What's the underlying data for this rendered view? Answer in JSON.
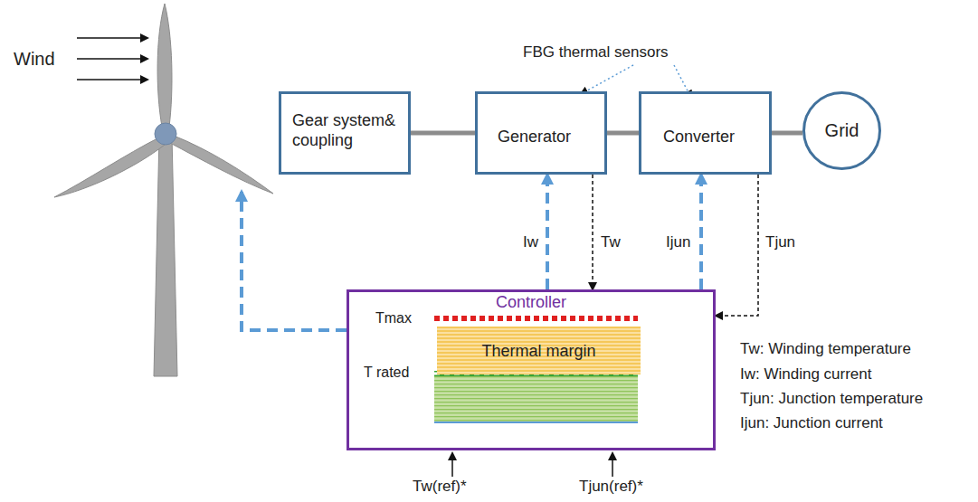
{
  "diagram": {
    "nodes": [
      {
        "text": [
          "Gear system& coupling"
        ]
      },
      {
        "text": [
          "Generator"
        ]
      },
      {
        "text": [
          "Converter"
        ]
      },
      {
        "text": [
          "Grid"
        ]
      },
      {
        "text": [
          "Controller"
        ]
      },
      {
        "text": [
          "Thermal margin"
        ],
        "in": 4
      }
    ],
    "edges": [
      {
        "from": 0,
        "to": 1,
        "arrow": "none"
      },
      {
        "from": 1,
        "to": 2,
        "arrow": "none"
      },
      {
        "from": 2,
        "to": 3,
        "arrow": "none"
      },
      {
        "from": 4,
        "to": 1,
        "label": "Iw",
        "arrow": "to"
      },
      {
        "from": 1,
        "to": 4,
        "label": "Tw",
        "arrow": "to"
      },
      {
        "from": 4,
        "to": 2,
        "label": "Ijun",
        "arrow": "to"
      },
      {
        "from": 2,
        "to": 4,
        "label": "Tjun",
        "arrow": "to"
      }
    ],
    "labels": [
      "Wind",
      "FBG thermal sensors",
      "Tmax",
      "T rated",
      "Tw: Winding temperature",
      "Iw: Winding current",
      "Tjun: Junction temperature",
      "Ijun: Junction current",
      "Tw(ref)*",
      "Tjun(ref)*"
    ]
  }
}
